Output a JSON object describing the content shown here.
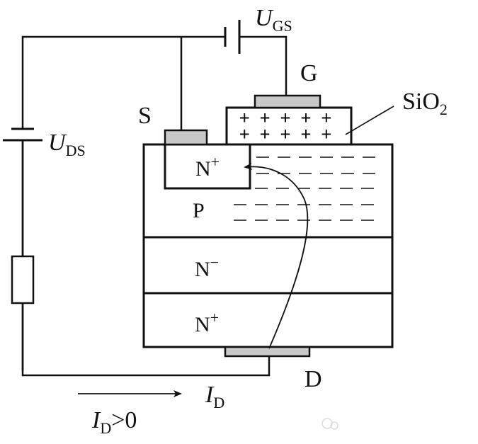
{
  "labels": {
    "ugs_main": "U",
    "ugs_sub": "GS",
    "uds_main": "U",
    "uds_sub": "DS",
    "gate": "G",
    "source": "S",
    "drain": "D",
    "oxide_main": "SiO",
    "oxide_sub": "2",
    "n_plus_source": "N",
    "n_plus_source_sup": "+",
    "p_region": "P",
    "n_minus": "N",
    "n_minus_sup": "−",
    "n_plus_drain": "N",
    "n_plus_drain_sup": "+",
    "id_main": "I",
    "id_sub": "D",
    "cond_main": "I",
    "cond_sub": "D",
    "cond_rest": ">0"
  },
  "charges": {
    "positive_row": "+ + + + +",
    "negative_row": "— — — — — — —"
  },
  "colors": {
    "line": "#111111",
    "metal": "#c8c8c8",
    "background": "#ffffff"
  }
}
